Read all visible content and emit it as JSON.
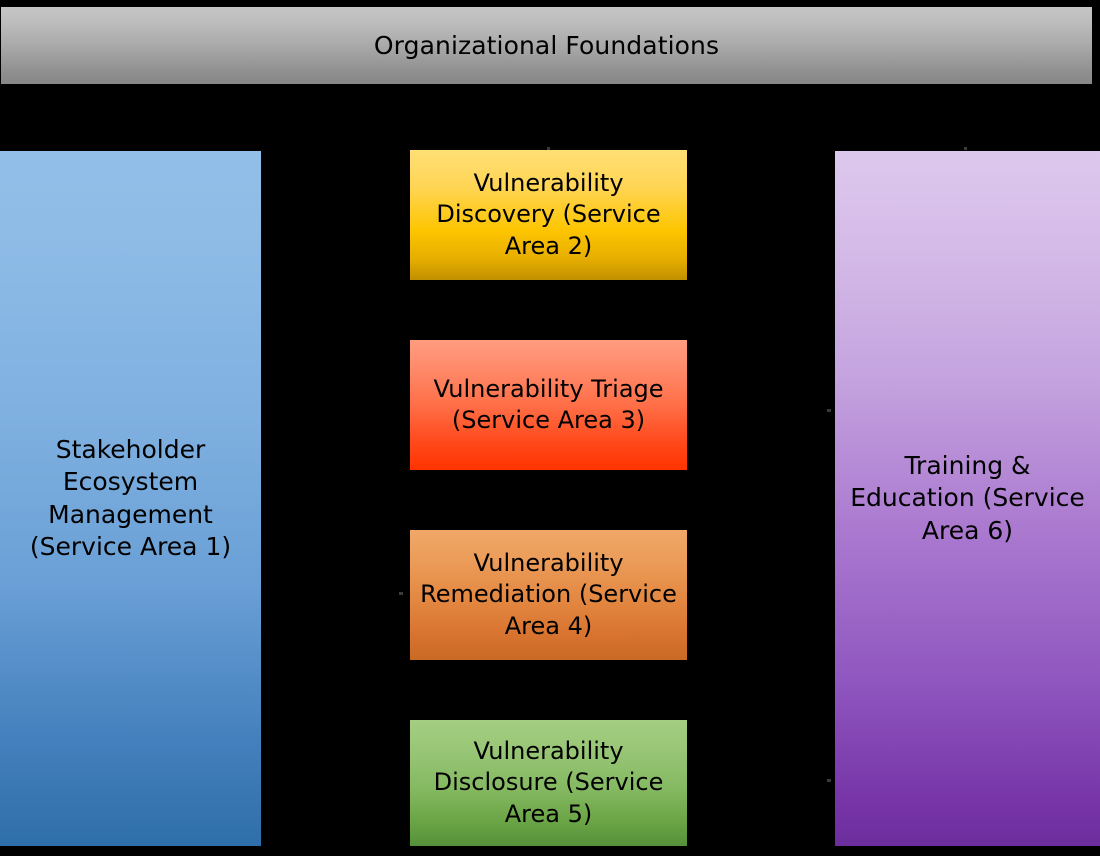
{
  "diagram": {
    "title": "Organizational Foundations",
    "background_color": "#000000"
  },
  "banner": {
    "label": "Organizational Foundations",
    "color_top": "#c6c6c6",
    "color_bottom": "#878787"
  },
  "service_areas": [
    {
      "id": "service-area-1",
      "number": 1,
      "name": "Stakeholder Ecosystem Management",
      "label": "Stakeholder Ecosystem Management (Service Area 1)",
      "column": "left",
      "color_top": "#91bfe8",
      "color_bottom": "#2e6ea9"
    },
    {
      "id": "service-area-2",
      "number": 2,
      "name": "Vulnerability Discovery",
      "label": "Vulnerability Discovery (Service Area 2)",
      "column": "center",
      "color_top": "#ffdf75",
      "color_bottom": "#c08f00"
    },
    {
      "id": "service-area-3",
      "number": 3,
      "name": "Vulnerability Triage",
      "label": "Vulnerability Triage (Service Area 3)",
      "column": "center",
      "color_top": "#ff9c80",
      "color_bottom": "#ff3300"
    },
    {
      "id": "service-area-4",
      "number": 4,
      "name": "Vulnerability Remediation",
      "label": "Vulnerability Remediation (Service Area 4)",
      "column": "center",
      "color_top": "#f0a868",
      "color_bottom": "#c96a24"
    },
    {
      "id": "service-area-5",
      "number": 5,
      "name": "Vulnerability Disclosure",
      "label": "Vulnerability Disclosure (Service Area 5)",
      "column": "center",
      "color_top": "#a4ce82",
      "color_bottom": "#55913a"
    },
    {
      "id": "service-area-6",
      "number": 6,
      "name": "Training & Education",
      "label": "Training & Education (Service Area 6)",
      "column": "right",
      "color_top": "#ddc8ed",
      "color_bottom": "#6d2e9d"
    }
  ]
}
